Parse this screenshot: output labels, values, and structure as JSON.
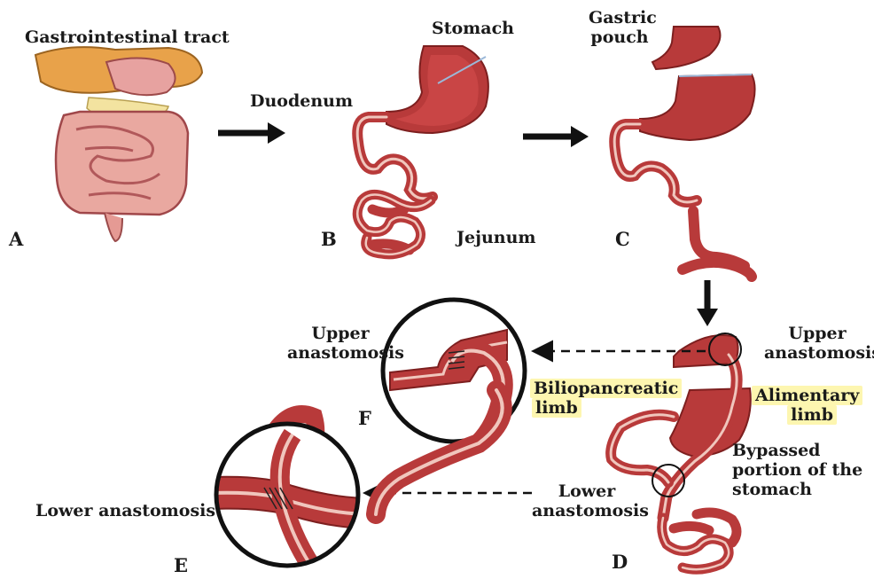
{
  "labels": {
    "gi_tract": "Gastrointestinal tract",
    "stomach": "Stomach",
    "duodenum": "Duodenum",
    "jejunum": "Jejunum",
    "gastric_pouch_line1": "Gastric",
    "gastric_pouch_line2": "pouch",
    "upper_anast_f_line1": "Upper",
    "upper_anast_f_line2": "anastomosis",
    "upper_anast_d_line1": "Upper",
    "upper_anast_d_line2": "anastomosis",
    "biliopancreatic_line1": "Biliopancreatic",
    "biliopancreatic_line2": "limb",
    "alimentary_line1": "Alimentary",
    "alimentary_line2": "limb",
    "bypassed_line1": "Bypassed",
    "bypassed_line2": "portion  of the",
    "bypassed_line3": "stomach",
    "lower_anast_d_line1": "Lower",
    "lower_anast_d_line2": "anastomosis",
    "lower_anast_e": "Lower anastomosis"
  },
  "panel_letters": {
    "a": "A",
    "b": "B",
    "c": "C",
    "d": "D",
    "e": "E",
    "f": "F"
  },
  "colors": {
    "tissue": "#b83a3a",
    "tissue_dark": "#8e2424",
    "lumen": "#f0c6bd",
    "highlight": "#fdf6b0",
    "arrow": "#111111"
  }
}
